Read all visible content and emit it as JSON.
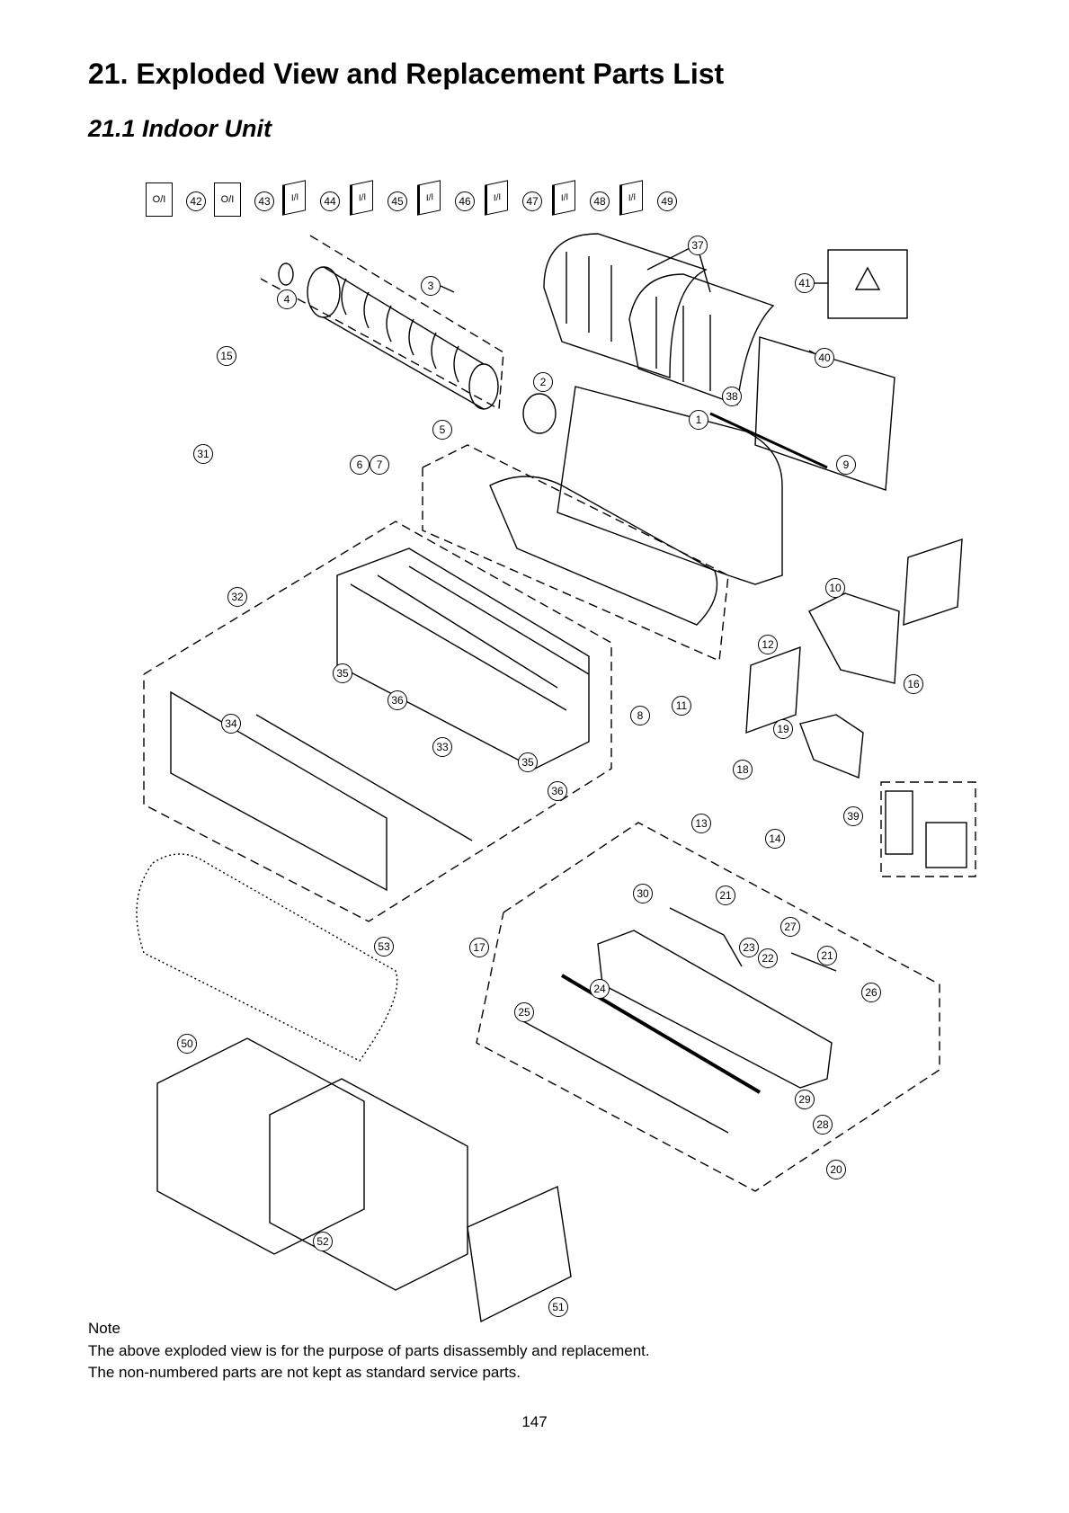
{
  "header": {
    "title": "21. Exploded View and Replacement Parts List",
    "subtitle": "21.1 Indoor Unit"
  },
  "manuals": [
    {
      "label": "O/I",
      "number": "42"
    },
    {
      "label": "O/I",
      "number": "43"
    },
    {
      "label": "I/I",
      "number": "44"
    },
    {
      "label": "I/I",
      "number": "45"
    },
    {
      "label": "I/I",
      "number": "46"
    },
    {
      "label": "I/I",
      "number": "47"
    },
    {
      "label": "I/I",
      "number": "48"
    },
    {
      "label": "I/I",
      "number": "49"
    }
  ],
  "callouts": {
    "c1": "1",
    "c2": "2",
    "c3": "3",
    "c4": "4",
    "c5": "5",
    "c6": "6",
    "c7": "7",
    "c8": "8",
    "c9": "9",
    "c10": "10",
    "c11": "11",
    "c12": "12",
    "c13": "13",
    "c14": "14",
    "c15": "15",
    "c16": "16",
    "c17": "17",
    "c18": "18",
    "c19": "19",
    "c20": "20",
    "c21a": "21",
    "c21b": "21",
    "c22": "22",
    "c23": "23",
    "c24": "24",
    "c25": "25",
    "c26": "26",
    "c27": "27",
    "c28": "28",
    "c29": "29",
    "c30": "30",
    "c31": "31",
    "c32": "32",
    "c33": "33",
    "c34": "34",
    "c35a": "35",
    "c35b": "35",
    "c36a": "36",
    "c36b": "36",
    "c37": "37",
    "c38": "38",
    "c39": "39",
    "c40": "40",
    "c41": "41",
    "c50": "50",
    "c51": "51",
    "c52": "52",
    "c53": "53"
  },
  "note": {
    "label": "Note",
    "lines": [
      "The above exploded view is for the purpose of parts disassembly and replacement.",
      "The non-numbered parts are not kept as standard service parts."
    ]
  },
  "page_number": "147"
}
